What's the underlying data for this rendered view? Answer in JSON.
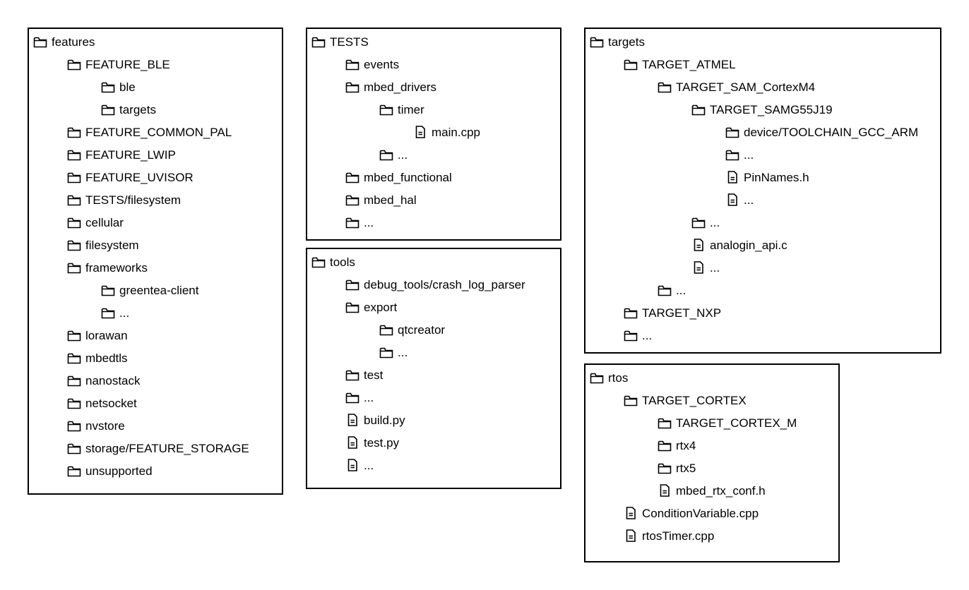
{
  "panels": [
    {
      "id": "features",
      "rows": [
        {
          "label": "features",
          "level": 0,
          "type": "folder"
        },
        {
          "label": "FEATURE_BLE",
          "level": 1,
          "type": "folder"
        },
        {
          "label": "ble",
          "level": 2,
          "type": "folder"
        },
        {
          "label": "targets",
          "level": 2,
          "type": "folder"
        },
        {
          "label": "FEATURE_COMMON_PAL",
          "level": 1,
          "type": "folder"
        },
        {
          "label": "FEATURE_LWIP",
          "level": 1,
          "type": "folder"
        },
        {
          "label": "FEATURE_UVISOR",
          "level": 1,
          "type": "folder"
        },
        {
          "label": "TESTS/filesystem",
          "level": 1,
          "type": "folder"
        },
        {
          "label": "cellular",
          "level": 1,
          "type": "folder"
        },
        {
          "label": "filesystem",
          "level": 1,
          "type": "folder"
        },
        {
          "label": "frameworks",
          "level": 1,
          "type": "folder"
        },
        {
          "label": "greentea-client",
          "level": 2,
          "type": "folder"
        },
        {
          "label": "...",
          "level": 2,
          "type": "folder"
        },
        {
          "label": "lorawan",
          "level": 1,
          "type": "folder"
        },
        {
          "label": "mbedtls",
          "level": 1,
          "type": "folder"
        },
        {
          "label": "nanostack",
          "level": 1,
          "type": "folder"
        },
        {
          "label": "netsocket",
          "level": 1,
          "type": "folder"
        },
        {
          "label": "nvstore",
          "level": 1,
          "type": "folder"
        },
        {
          "label": "storage/FEATURE_STORAGE",
          "level": 1,
          "type": "folder"
        },
        {
          "label": "unsupported",
          "level": 1,
          "type": "folder"
        }
      ]
    },
    {
      "id": "tests",
      "rows": [
        {
          "label": "TESTS",
          "level": 0,
          "type": "folder"
        },
        {
          "label": "events",
          "level": 1,
          "type": "folder"
        },
        {
          "label": "mbed_drivers",
          "level": 1,
          "type": "folder"
        },
        {
          "label": "timer",
          "level": 2,
          "type": "folder"
        },
        {
          "label": "main.cpp",
          "level": 3,
          "type": "file"
        },
        {
          "label": "...",
          "level": 2,
          "type": "folder"
        },
        {
          "label": "mbed_functional",
          "level": 1,
          "type": "folder"
        },
        {
          "label": "mbed_hal",
          "level": 1,
          "type": "folder"
        },
        {
          "label": "...",
          "level": 1,
          "type": "folder"
        }
      ]
    },
    {
      "id": "tools",
      "rows": [
        {
          "label": "tools",
          "level": 0,
          "type": "folder"
        },
        {
          "label": "debug_tools/crash_log_parser",
          "level": 1,
          "type": "folder"
        },
        {
          "label": "export",
          "level": 1,
          "type": "folder"
        },
        {
          "label": "qtcreator",
          "level": 2,
          "type": "folder"
        },
        {
          "label": "...",
          "level": 2,
          "type": "folder"
        },
        {
          "label": "test",
          "level": 1,
          "type": "folder"
        },
        {
          "label": "...",
          "level": 1,
          "type": "folder"
        },
        {
          "label": "build.py",
          "level": 1,
          "type": "file"
        },
        {
          "label": "test.py",
          "level": 1,
          "type": "file"
        },
        {
          "label": "...",
          "level": 1,
          "type": "file"
        }
      ]
    },
    {
      "id": "targets",
      "rows": [
        {
          "label": "targets",
          "level": 0,
          "type": "folder"
        },
        {
          "label": "TARGET_ATMEL",
          "level": 1,
          "type": "folder"
        },
        {
          "label": "TARGET_SAM_CortexM4",
          "level": 2,
          "type": "folder"
        },
        {
          "label": "TARGET_SAMG55J19",
          "level": 3,
          "type": "folder"
        },
        {
          "label": "device/TOOLCHAIN_GCC_ARM",
          "level": 4,
          "type": "folder"
        },
        {
          "label": "...",
          "level": 4,
          "type": "folder"
        },
        {
          "label": "PinNames.h",
          "level": 4,
          "type": "file"
        },
        {
          "label": "...",
          "level": 4,
          "type": "file"
        },
        {
          "label": "...",
          "level": 3,
          "type": "folder"
        },
        {
          "label": "analogin_api.c",
          "level": 3,
          "type": "file"
        },
        {
          "label": "...",
          "level": 3,
          "type": "file"
        },
        {
          "label": "...",
          "level": 2,
          "type": "folder"
        },
        {
          "label": "TARGET_NXP",
          "level": 1,
          "type": "folder"
        },
        {
          "label": "...",
          "level": 1,
          "type": "folder"
        }
      ]
    },
    {
      "id": "rtos",
      "rows": [
        {
          "label": "rtos",
          "level": 0,
          "type": "folder"
        },
        {
          "label": "TARGET_CORTEX",
          "level": 1,
          "type": "folder"
        },
        {
          "label": "TARGET_CORTEX_M",
          "level": 2,
          "type": "folder"
        },
        {
          "label": "rtx4",
          "level": 2,
          "type": "folder"
        },
        {
          "label": "rtx5",
          "level": 2,
          "type": "folder"
        },
        {
          "label": "mbed_rtx_conf.h",
          "level": 2,
          "type": "file"
        },
        {
          "label": "ConditionVariable.cpp",
          "level": 1,
          "type": "file"
        },
        {
          "label": "rtosTimer.cpp",
          "level": 1,
          "type": "file"
        }
      ]
    }
  ]
}
